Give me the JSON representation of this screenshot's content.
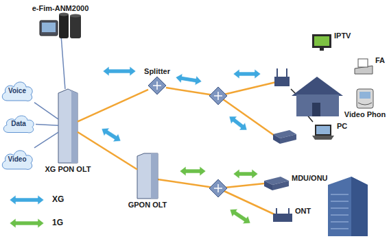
{
  "diagram": {
    "nodes": [
      {
        "text": [
          "e-Fim-ANM2000"
        ]
      },
      {
        "text": [
          "Voice"
        ]
      },
      {
        "text": [
          "Data"
        ]
      },
      {
        "text": [
          "Video"
        ]
      },
      {
        "text": [
          "XG PON OLT"
        ]
      },
      {
        "text": [
          "Splitter"
        ]
      },
      {
        "text": [
          "IPTV"
        ]
      },
      {
        "text": [
          "FA"
        ]
      },
      {
        "text": [
          "Video Phon"
        ]
      },
      {
        "text": [
          "PC"
        ]
      },
      {
        "text": [
          "GPON OLT"
        ]
      },
      {
        "text": [
          "MDU/ONU"
        ]
      },
      {
        "text": [
          "ONT"
        ]
      }
    ],
    "edges": [
      {
        "from": 0,
        "to": 4,
        "arrow": "none"
      },
      {
        "from": 1,
        "to": 4,
        "arrow": "none"
      },
      {
        "from": 2,
        "to": 4,
        "arrow": "none"
      },
      {
        "from": 3,
        "to": 4,
        "arrow": "none"
      },
      {
        "from": 4,
        "to": 5,
        "arrow": "none"
      },
      {
        "from": 4,
        "to": 10,
        "arrow": "none"
      }
    ],
    "legend": [
      {
        "text": "XG"
      },
      {
        "text": "1G"
      }
    ]
  }
}
